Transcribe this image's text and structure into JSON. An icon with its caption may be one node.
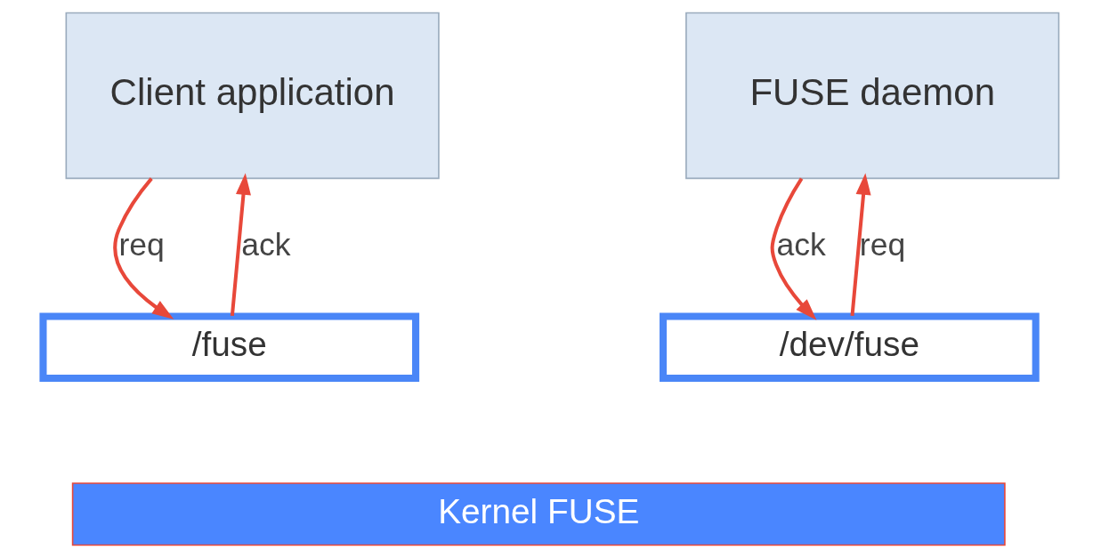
{
  "diagram": {
    "nodes": [
      {
        "text": [
          "Client application"
        ]
      },
      {
        "text": [
          "FUSE daemon"
        ]
      },
      {
        "text": [
          "/fuse"
        ]
      },
      {
        "text": [
          "/dev/fuse"
        ]
      },
      {
        "text": [
          "Kernel FUSE"
        ]
      }
    ],
    "edges": [
      {
        "from": 0,
        "to": 2,
        "arrow": "to",
        "label": "req"
      },
      {
        "from": 2,
        "to": 0,
        "arrow": "to",
        "label": "ack"
      },
      {
        "from": 3,
        "to": 1,
        "arrow": "to",
        "label": "req"
      },
      {
        "from": 1,
        "to": 3,
        "arrow": "to",
        "label": "ack"
      }
    ]
  }
}
